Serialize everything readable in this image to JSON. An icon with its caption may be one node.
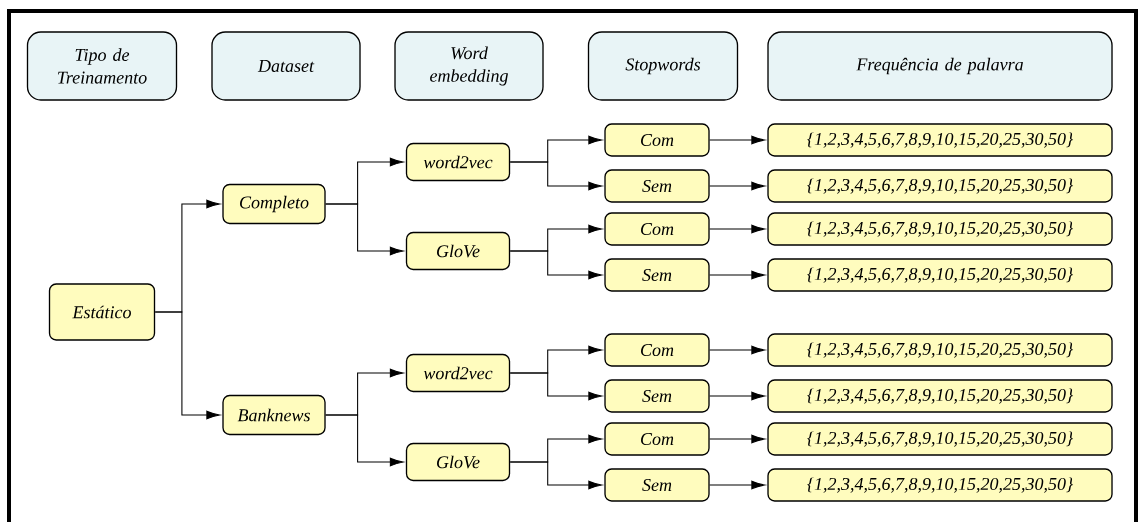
{
  "diagram": {
    "nodes": [
      {
        "text": [
          "Tipo de Treinamento"
        ]
      },
      {
        "text": [
          "Dataset"
        ]
      },
      {
        "text": [
          "Word embedding"
        ]
      },
      {
        "text": [
          "Stopwords"
        ]
      },
      {
        "text": [
          "Frequência de palavra"
        ]
      },
      {
        "text": [
          "Estático"
        ]
      },
      {
        "text": [
          "Completo"
        ]
      },
      {
        "text": [
          "Banknews"
        ]
      },
      {
        "text": [
          "word2vec"
        ]
      },
      {
        "text": [
          "GloVe"
        ]
      },
      {
        "text": [
          "word2vec"
        ]
      },
      {
        "text": [
          "GloVe"
        ]
      },
      {
        "text": [
          "Com"
        ]
      },
      {
        "text": [
          "Sem"
        ]
      },
      {
        "text": [
          "Com"
        ]
      },
      {
        "text": [
          "Sem"
        ]
      },
      {
        "text": [
          "Com"
        ]
      },
      {
        "text": [
          "Sem"
        ]
      },
      {
        "text": [
          "Com"
        ]
      },
      {
        "text": [
          "Sem"
        ]
      },
      {
        "text": [
          "{1,2,3,4,5,6,7,8,9,10,15,20,25,30,50}"
        ]
      },
      {
        "text": [
          "{1,2,3,4,5,6,7,8,9,10,15,20,25,30,50}"
        ]
      },
      {
        "text": [
          "{1,2,3,4,5,6,7,8,9,10,15,20,25,30,50}"
        ]
      },
      {
        "text": [
          "{1,2,3,4,5,6,7,8,9,10,15,20,25,30,50}"
        ]
      },
      {
        "text": [
          "{1,2,3,4,5,6,7,8,9,10,15,20,25,30,50}"
        ]
      },
      {
        "text": [
          "{1,2,3,4,5,6,7,8,9,10,15,20,25,30,50}"
        ]
      },
      {
        "text": [
          "{1,2,3,4,5,6,7,8,9,10,15,20,25,30,50}"
        ]
      },
      {
        "text": [
          "{1,2,3,4,5,6,7,8,9,10,15,20,25,30,50}"
        ]
      }
    ],
    "edges": [
      {
        "from": 5,
        "to": 6,
        "arrow": "to"
      },
      {
        "from": 5,
        "to": 7,
        "arrow": "to"
      },
      {
        "from": 6,
        "to": 8,
        "arrow": "to"
      },
      {
        "from": 6,
        "to": 9,
        "arrow": "to"
      },
      {
        "from": 7,
        "to": 10,
        "arrow": "to"
      },
      {
        "from": 7,
        "to": 11,
        "arrow": "to"
      },
      {
        "from": 8,
        "to": 12,
        "arrow": "to"
      },
      {
        "from": 8,
        "to": 13,
        "arrow": "to"
      },
      {
        "from": 9,
        "to": 14,
        "arrow": "to"
      },
      {
        "from": 9,
        "to": 15,
        "arrow": "to"
      },
      {
        "from": 10,
        "to": 16,
        "arrow": "to"
      },
      {
        "from": 10,
        "to": 17,
        "arrow": "to"
      },
      {
        "from": 11,
        "to": 18,
        "arrow": "to"
      },
      {
        "from": 11,
        "to": 19,
        "arrow": "to"
      },
      {
        "from": 12,
        "to": 20,
        "arrow": "to"
      },
      {
        "from": 13,
        "to": 21,
        "arrow": "to"
      },
      {
        "from": 14,
        "to": 22,
        "arrow": "to"
      },
      {
        "from": 15,
        "to": 23,
        "arrow": "to"
      },
      {
        "from": 16,
        "to": 24,
        "arrow": "to"
      },
      {
        "from": 17,
        "to": 25,
        "arrow": "to"
      },
      {
        "from": 18,
        "to": 26,
        "arrow": "to"
      },
      {
        "from": 19,
        "to": 27,
        "arrow": "to"
      }
    ]
  }
}
